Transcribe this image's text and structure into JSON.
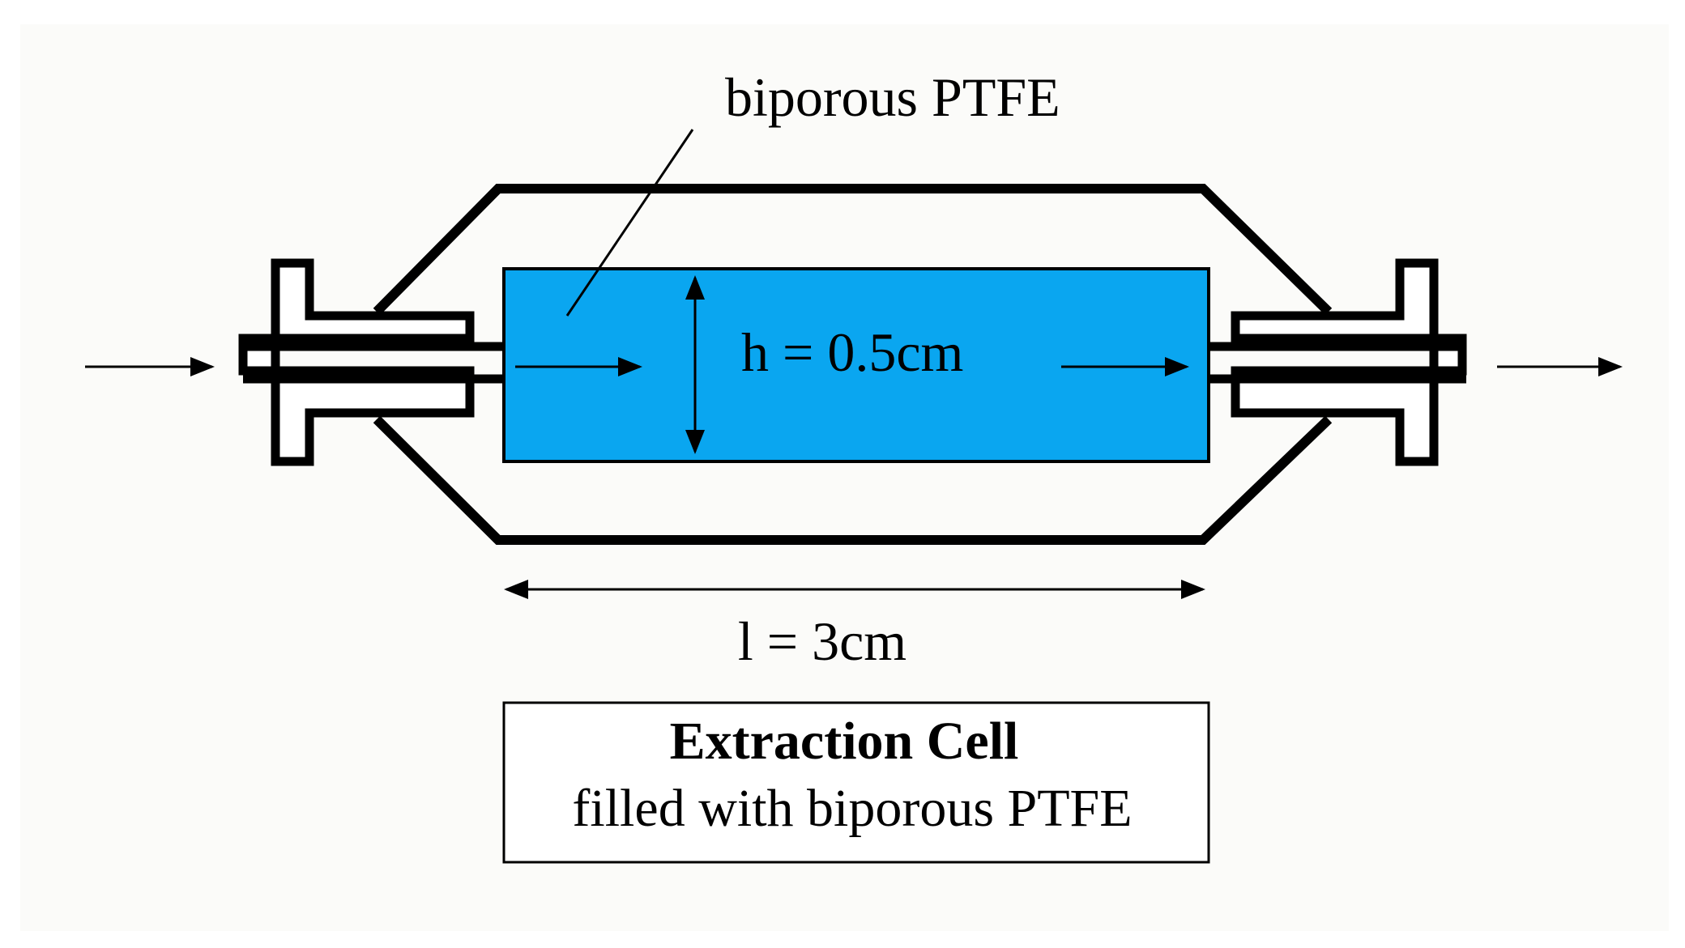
{
  "diagram": {
    "material_label": "biporous PTFE",
    "height_label": "h = 0.5cm",
    "length_label": "l = 3cm",
    "caption": {
      "title": "Extraction Cell",
      "subtitle": "filled with biporous PTFE"
    }
  },
  "colors": {
    "background": "#fbfbf9",
    "packing_fill": "#0aa6f0",
    "outline": "#000000"
  }
}
